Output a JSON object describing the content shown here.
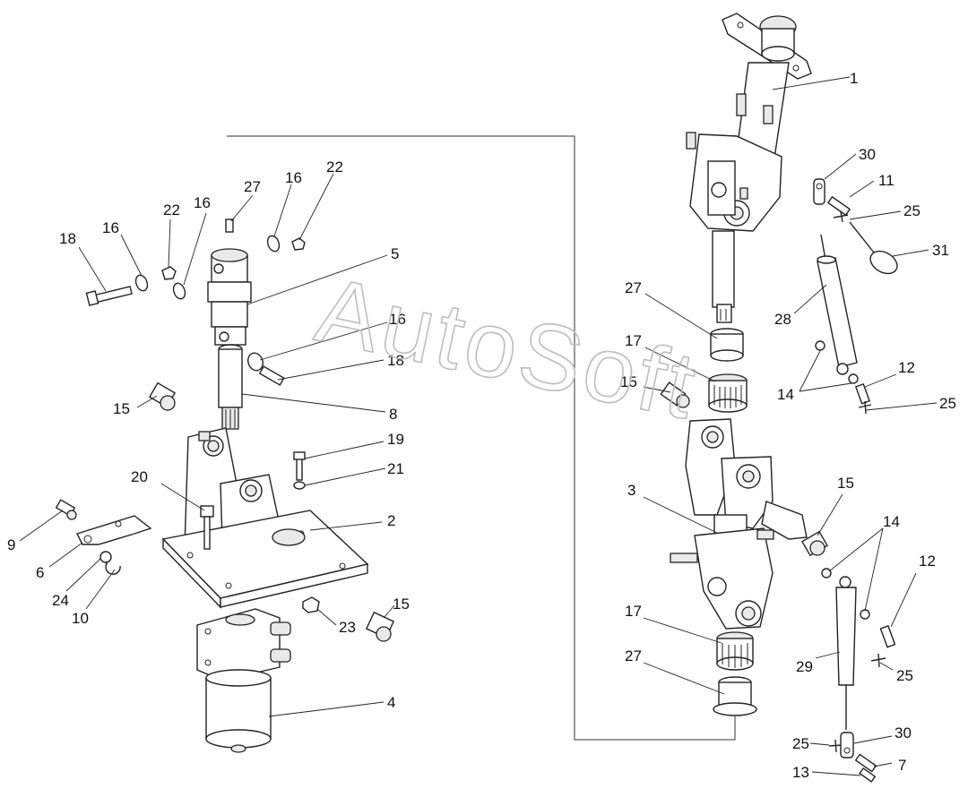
{
  "watermark": "AutoSoft",
  "callouts": [
    {
      "id": "c1",
      "text": "1"
    },
    {
      "id": "c30a",
      "text": "30"
    },
    {
      "id": "c11",
      "text": "11"
    },
    {
      "id": "c25a",
      "text": "25"
    },
    {
      "id": "c31",
      "text": "31"
    },
    {
      "id": "c27a",
      "text": "27"
    },
    {
      "id": "c28",
      "text": "28"
    },
    {
      "id": "c17a",
      "text": "17"
    },
    {
      "id": "c14a",
      "text": "14"
    },
    {
      "id": "c12a",
      "text": "12"
    },
    {
      "id": "c15a",
      "text": "15"
    },
    {
      "id": "c25b",
      "text": "25"
    },
    {
      "id": "c3",
      "text": "3"
    },
    {
      "id": "c15b",
      "text": "15"
    },
    {
      "id": "c14b",
      "text": "14"
    },
    {
      "id": "c12b",
      "text": "12"
    },
    {
      "id": "c17b",
      "text": "17"
    },
    {
      "id": "c27b",
      "text": "27"
    },
    {
      "id": "c29",
      "text": "29"
    },
    {
      "id": "c25c",
      "text": "25"
    },
    {
      "id": "c25d",
      "text": "25"
    },
    {
      "id": "c30b",
      "text": "30"
    },
    {
      "id": "c7",
      "text": "7"
    },
    {
      "id": "c13",
      "text": "13"
    },
    {
      "id": "c18a",
      "text": "18"
    },
    {
      "id": "c16a",
      "text": "16"
    },
    {
      "id": "c22a",
      "text": "22"
    },
    {
      "id": "c16b",
      "text": "16"
    },
    {
      "id": "c27c",
      "text": "27"
    },
    {
      "id": "c16c",
      "text": "16"
    },
    {
      "id": "c22b",
      "text": "22"
    },
    {
      "id": "c5",
      "text": "5"
    },
    {
      "id": "c16d",
      "text": "16"
    },
    {
      "id": "c18b",
      "text": "18"
    },
    {
      "id": "c15c",
      "text": "15"
    },
    {
      "id": "c8",
      "text": "8"
    },
    {
      "id": "c19",
      "text": "19"
    },
    {
      "id": "c21",
      "text": "21"
    },
    {
      "id": "c20",
      "text": "20"
    },
    {
      "id": "c2",
      "text": "2"
    },
    {
      "id": "c9",
      "text": "9"
    },
    {
      "id": "c6",
      "text": "6"
    },
    {
      "id": "c24",
      "text": "24"
    },
    {
      "id": "c10",
      "text": "10"
    },
    {
      "id": "c23",
      "text": "23"
    },
    {
      "id": "c15d",
      "text": "15"
    },
    {
      "id": "c4",
      "text": "4"
    }
  ]
}
